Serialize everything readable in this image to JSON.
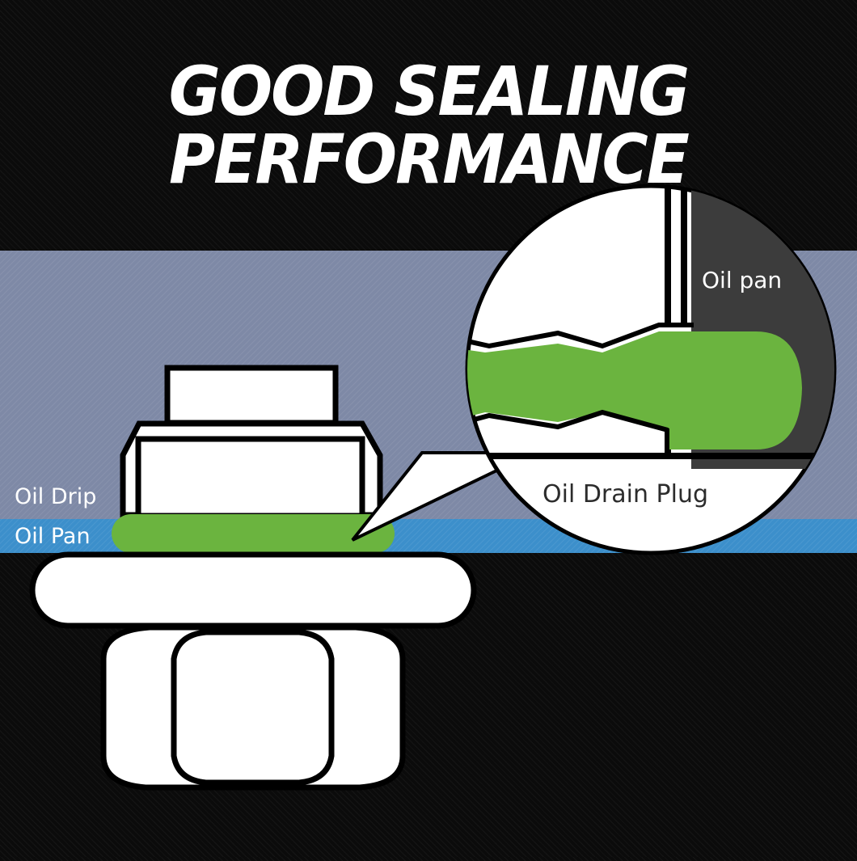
{
  "title": "GOOD SEALING PERFORMANCE",
  "labels": {
    "oil_drip": "Oil Drip",
    "oil_pan": "Oil Pan",
    "oil_pan_zoom": "Oil pan",
    "oil_drain_plug": "Oil Drain Plug"
  },
  "colors": {
    "background": "#0b0b0b",
    "band": "#7e89a6",
    "oil_pan_stripe": "#3c8fcb",
    "seal_green": "#6bb43f",
    "plug": "#ffffff",
    "oil_pan_zoom": "#3c3c3c"
  }
}
